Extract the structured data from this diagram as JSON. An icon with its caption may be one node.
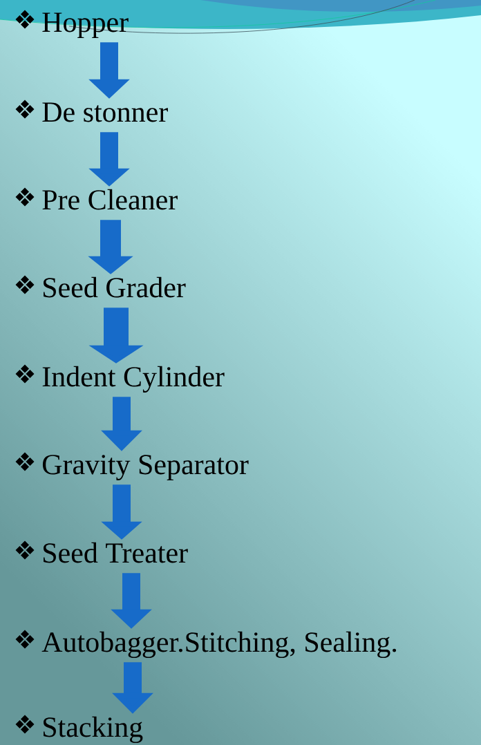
{
  "diagram": {
    "nodes": [
      {
        "text": [
          "Hopper"
        ]
      },
      {
        "text": [
          "De stonner"
        ]
      },
      {
        "text": [
          "Pre Cleaner"
        ]
      },
      {
        "text": [
          "Seed Grader"
        ]
      },
      {
        "text": [
          "Indent Cylinder"
        ]
      },
      {
        "text": [
          "Gravity Separator"
        ]
      },
      {
        "text": [
          "Seed Treater"
        ]
      },
      {
        "text": [
          "Autobagger.Stitching, Sealing."
        ]
      },
      {
        "text": [
          "Stacking"
        ]
      }
    ],
    "edges": [
      {
        "from": 0,
        "to": 1,
        "arrow": "to"
      },
      {
        "from": 1,
        "to": 2,
        "arrow": "to"
      },
      {
        "from": 2,
        "to": 3,
        "arrow": "to"
      },
      {
        "from": 3,
        "to": 4,
        "arrow": "to"
      },
      {
        "from": 4,
        "to": 5,
        "arrow": "to"
      },
      {
        "from": 5,
        "to": 6,
        "arrow": "to"
      },
      {
        "from": 6,
        "to": 7,
        "arrow": "to"
      },
      {
        "from": 7,
        "to": 8,
        "arrow": "to"
      }
    ]
  }
}
